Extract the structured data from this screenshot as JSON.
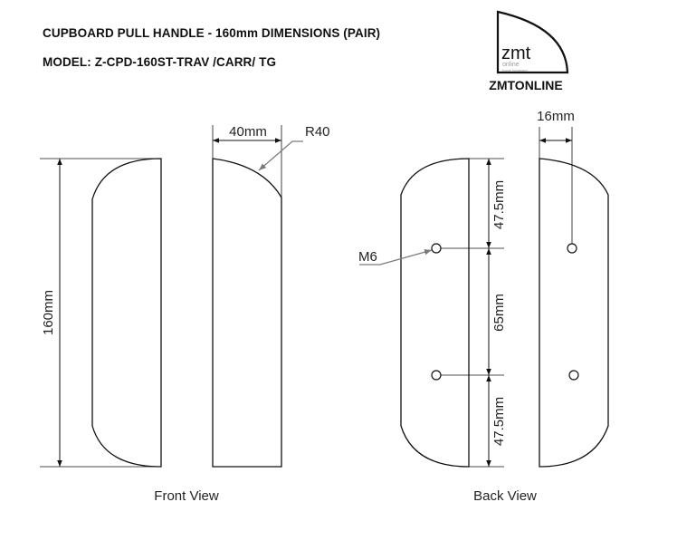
{
  "header": {
    "title": "CUPBOARD PULL HANDLE - 160mm DIMENSIONS (PAIR)",
    "model": "MODEL: Z-CPD-160ST-TRAV /CARR/ TG"
  },
  "logo": {
    "mark": "zmt",
    "line2": "online",
    "line3": "home hardware",
    "brand": "ZMTONLINE"
  },
  "front_view": {
    "label": "Front View",
    "height_dim": "160mm",
    "width_dim": "40mm",
    "radius_dim": "R40"
  },
  "back_view": {
    "label": "Back View",
    "thread_label": "M6",
    "top_spacing": "47.5mm",
    "middle_spacing": "65mm",
    "bottom_spacing": "47.5mm",
    "hole_offset": "16mm"
  },
  "colors": {
    "line": "#111111",
    "leader": "#7a7a7a",
    "logo_grey": "#9a9a9a"
  }
}
